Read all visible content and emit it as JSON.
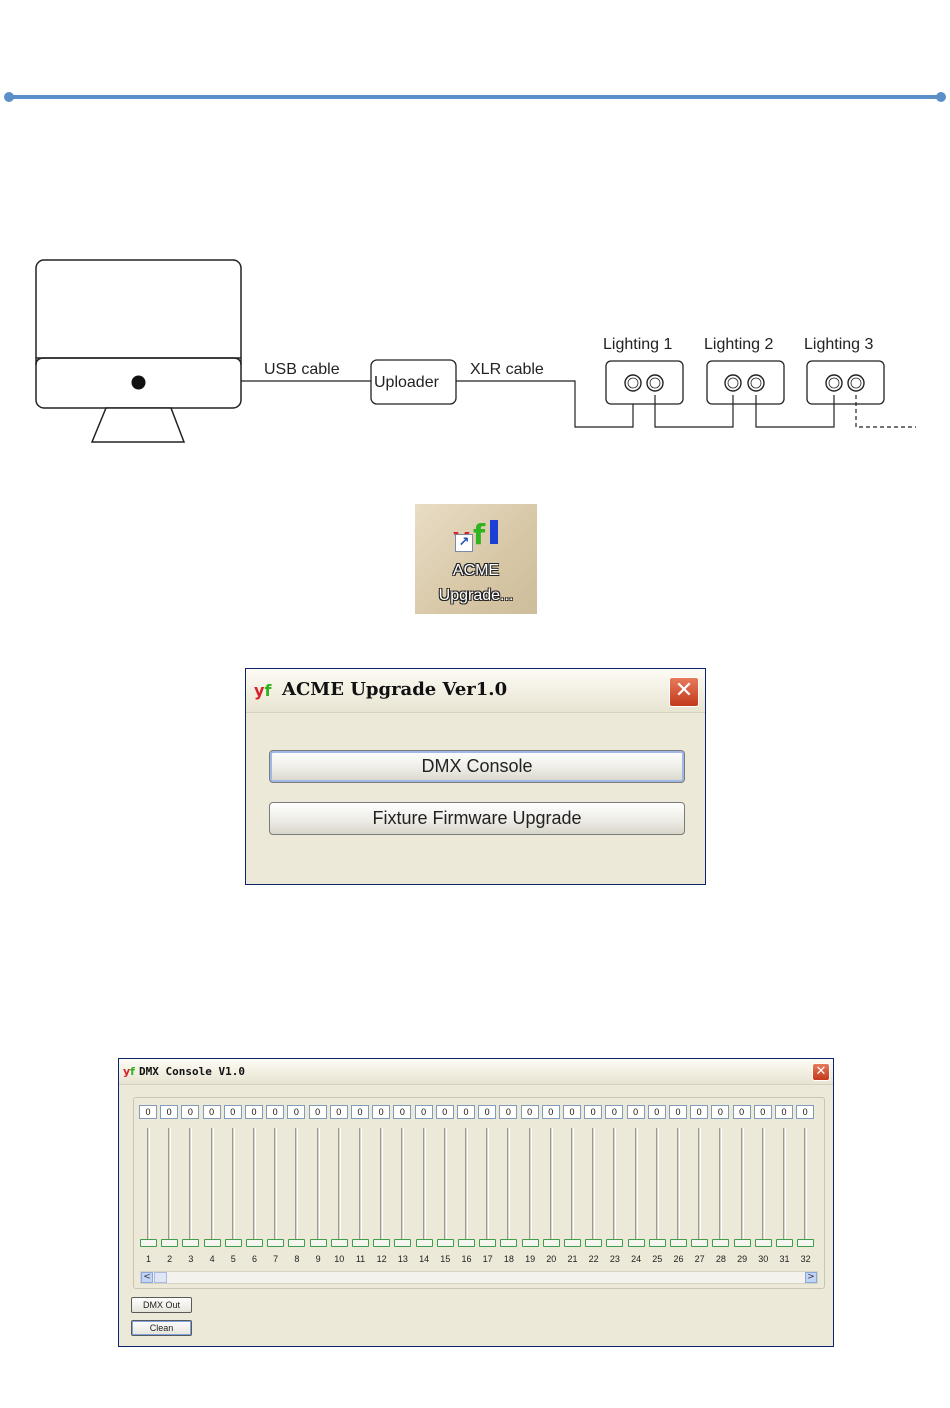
{
  "diagram": {
    "usb_label": "USB cable",
    "uploader_label": "Uploader",
    "xlr_label": "XLR cable",
    "fixtures": [
      "Lighting 1",
      "Lighting 2",
      "Lighting 3"
    ]
  },
  "shortcut": {
    "line1": "ACME",
    "line2": "Upgrade..."
  },
  "upgrade_window": {
    "title": "ACME Upgrade Ver1.0",
    "close_glyph": "✕",
    "buttons": [
      "DMX Console",
      "Fixture Firmware Upgrade"
    ]
  },
  "dmx_window": {
    "title": "DMX Console V1.0",
    "close_glyph": "✕",
    "channels": [
      {
        "label": "1",
        "value": "0"
      },
      {
        "label": "2",
        "value": "0"
      },
      {
        "label": "3",
        "value": "0"
      },
      {
        "label": "4",
        "value": "0"
      },
      {
        "label": "5",
        "value": "0"
      },
      {
        "label": "6",
        "value": "0"
      },
      {
        "label": "7",
        "value": "0"
      },
      {
        "label": "8",
        "value": "0"
      },
      {
        "label": "9",
        "value": "0"
      },
      {
        "label": "10",
        "value": "0"
      },
      {
        "label": "11",
        "value": "0"
      },
      {
        "label": "12",
        "value": "0"
      },
      {
        "label": "13",
        "value": "0"
      },
      {
        "label": "14",
        "value": "0"
      },
      {
        "label": "15",
        "value": "0"
      },
      {
        "label": "16",
        "value": "0"
      },
      {
        "label": "17",
        "value": "0"
      },
      {
        "label": "18",
        "value": "0"
      },
      {
        "label": "19",
        "value": "0"
      },
      {
        "label": "20",
        "value": "0"
      },
      {
        "label": "21",
        "value": "0"
      },
      {
        "label": "22",
        "value": "0"
      },
      {
        "label": "23",
        "value": "0"
      },
      {
        "label": "24",
        "value": "0"
      },
      {
        "label": "25",
        "value": "0"
      },
      {
        "label": "26",
        "value": "0"
      },
      {
        "label": "27",
        "value": "0"
      },
      {
        "label": "28",
        "value": "0"
      },
      {
        "label": "29",
        "value": "0"
      },
      {
        "label": "30",
        "value": "0"
      },
      {
        "label": "31",
        "value": "0"
      },
      {
        "label": "32",
        "value": "0"
      }
    ],
    "dmx_out_label": "DMX Out",
    "clean_label": "Clean",
    "scroll_left": "<",
    "scroll_right": ">"
  },
  "colors": {
    "rule": "#5b8fc9",
    "slider_thumb_border": "#3f9d4b",
    "close_red": "#c33a1b"
  }
}
